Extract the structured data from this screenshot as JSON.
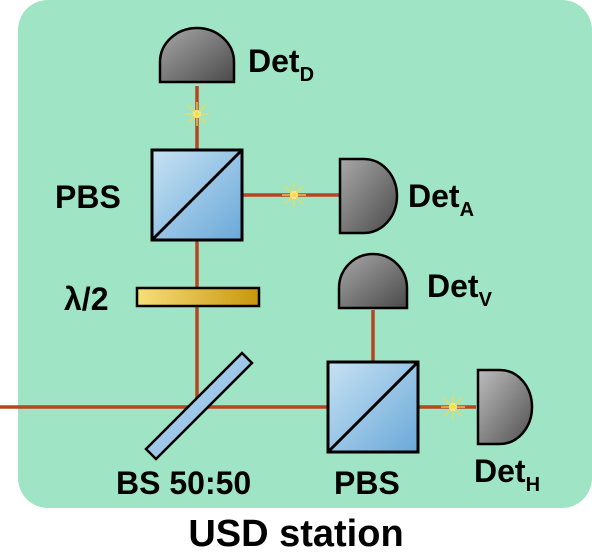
{
  "caption": "USD station",
  "labels": {
    "pbs_top": "PBS",
    "pbs_bottom": "PBS",
    "half_wave_plate": "λ/2",
    "beam_splitter": "BS 50:50"
  },
  "detectors": {
    "d": {
      "main": "Det",
      "sub": "D"
    },
    "a": {
      "main": "Det",
      "sub": "A"
    },
    "v": {
      "main": "Det",
      "sub": "V"
    },
    "h": {
      "main": "Det",
      "sub": "H"
    }
  },
  "colors": {
    "station_background": "#9fe5c5",
    "beam": "#b5461f",
    "detector": "#707070",
    "cube": "#8cbbe0",
    "wave_plate": "#e6bf2e",
    "flash": "#f5d94a"
  }
}
